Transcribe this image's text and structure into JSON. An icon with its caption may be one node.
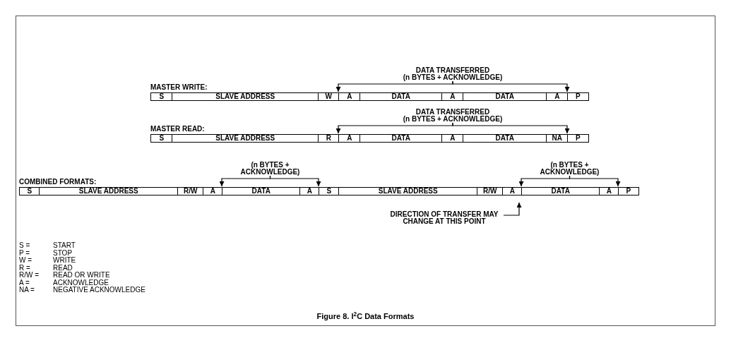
{
  "diagram": {
    "caption": "Figure 8. I$^{2}$C Data Formats",
    "nodes": [
      {
        "text": [
          "S"
        ]
      },
      {
        "text": [
          "SLAVE ADDRESS"
        ]
      },
      {
        "text": [
          "W"
        ]
      },
      {
        "text": [
          "A"
        ]
      },
      {
        "text": [
          "DATA"
        ]
      },
      {
        "text": [
          "A"
        ]
      },
      {
        "text": [
          "DATA"
        ]
      },
      {
        "text": [
          "A"
        ]
      },
      {
        "text": [
          "P"
        ]
      },
      {
        "text": [
          "S"
        ]
      },
      {
        "text": [
          "SLAVE ADDRESS"
        ]
      },
      {
        "text": [
          "R"
        ]
      },
      {
        "text": [
          "A"
        ]
      },
      {
        "text": [
          "DATA"
        ]
      },
      {
        "text": [
          "A"
        ]
      },
      {
        "text": [
          "DATA"
        ]
      },
      {
        "text": [
          "NA"
        ]
      },
      {
        "text": [
          "P"
        ]
      },
      {
        "text": [
          "S"
        ]
      },
      {
        "text": [
          "SLAVE ADDRESS"
        ]
      },
      {
        "text": [
          "R/W"
        ]
      },
      {
        "text": [
          "A"
        ]
      },
      {
        "text": [
          "DATA"
        ]
      },
      {
        "text": [
          "A"
        ]
      },
      {
        "text": [
          "S"
        ]
      },
      {
        "text": [
          "SLAVE ADDRESS"
        ]
      },
      {
        "text": [
          "R/W"
        ]
      },
      {
        "text": [
          "A"
        ]
      },
      {
        "text": [
          "DATA"
        ]
      },
      {
        "text": [
          "A"
        ]
      },
      {
        "text": [
          "P"
        ]
      },
      {
        "text": [
          "DIRECTION OF TRANSFER MAY CHANGE AT THIS POINT"
        ]
      },
      {
        "text": [
          "DATA TRANSFERRED",
          "(n BYTES + ACKNOWLEDGE)"
        ]
      },
      {
        "text": [
          "DATA TRANSFERRED",
          "(n BYTES + ACKNOWLEDGE)"
        ]
      },
      {
        "text": [
          "(n BYTES + ACKNOWLEDGE)"
        ]
      },
      {
        "text": [
          "(n BYTES + ACKNOWLEDGE)"
        ]
      }
    ],
    "edges": [
      {
        "from": 31,
        "to": 27,
        "arrow": "to"
      },
      {
        "from": 32,
        "to": 3,
        "arrow": "to"
      },
      {
        "from": 32,
        "to": 7,
        "arrow": "to"
      },
      {
        "from": 33,
        "to": 12,
        "arrow": "to"
      },
      {
        "from": 33,
        "to": 16,
        "arrow": "to"
      },
      {
        "from": 34,
        "to": 22,
        "arrow": "to"
      },
      {
        "from": 34,
        "to": 23,
        "arrow": "to"
      },
      {
        "from": 35,
        "to": 28,
        "arrow": "to"
      },
      {
        "from": 35,
        "to": 29,
        "arrow": "to"
      }
    ],
    "labels": [
      "MASTER WRITE:",
      "MASTER READ:",
      "COMBINED FORMATS:",
      "S =",
      "START",
      "P =",
      "STOP",
      "W =",
      "WRITE",
      "R =",
      "READ",
      "R/W =",
      "READ OR WRITE",
      "A =",
      "ACKNOWLEDGE",
      "NA =",
      "NEGATIVE ACKNOWLEDGE"
    ]
  }
}
